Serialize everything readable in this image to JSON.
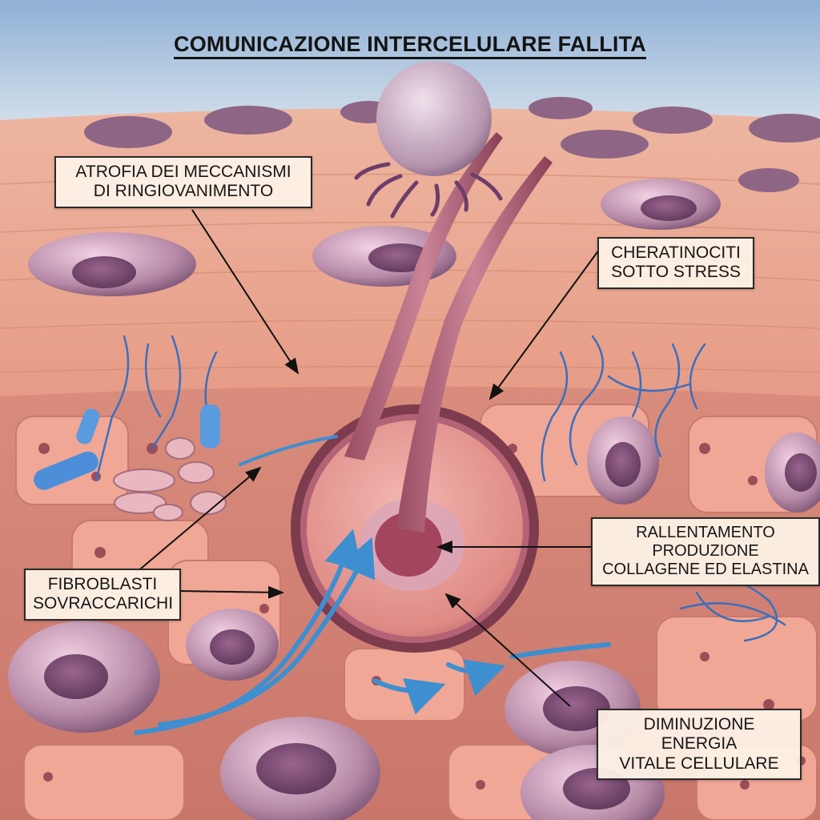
{
  "title": "COMUNICAZIONE INTERCELULARE FALLITA",
  "labels": {
    "atrofia": {
      "line1": "ATROFIA DEI MECCANISMI",
      "line2": "DI RINGIOVANIMENTO"
    },
    "cheratinociti": {
      "line1": "CHERATINOCITI",
      "line2": "SOTTO STRESS"
    },
    "fibroblasti": {
      "line1": "FIBROBLASTI",
      "line2": "SOVRACCARICHI"
    },
    "rallentamento": {
      "line1": "RALLENTAMENTO PRODUZIONE",
      "line2": "COLLAGENE ED ELASTINA"
    },
    "diminuzione": {
      "line1": "DIMINUZIONE ENERGIA",
      "line2": "VITALE CELLULARE"
    }
  }
}
